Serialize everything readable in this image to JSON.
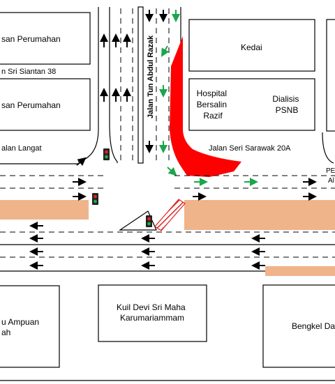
{
  "buildings": {
    "taman_perumahan_top": "san Perumahan",
    "taman_perumahan_mid": "san Perumahan",
    "kedai": "Kedai",
    "hospital": [
      "Hospital",
      "Bersalin",
      "Razif"
    ],
    "dialisis": [
      "Dialisis",
      "PSNB"
    ],
    "kuil": [
      "Kuil  Devi  Sri Maha",
      "Karumariammam"
    ],
    "surau": [
      "u Ampuan",
      "ah"
    ],
    "bengkel": "Bengkel Da"
  },
  "roads": {
    "siantan": "n Sri Siantan 38",
    "langat": "alan Langat",
    "tun_abdul_razak": "Jalan Tun Abdul Razak",
    "seri_sarawak": "Jalan Seri Sarawak 20A",
    "edge_label_1": "PE",
    "edge_label_2": "Al"
  },
  "colors": {
    "red_zone": "#ff0000",
    "median": "#f0b48a",
    "green_arrow": "#1aa64a",
    "traffic_light_body": "#222222",
    "traffic_light_red": "#e02020",
    "traffic_light_green": "#22aa44"
  },
  "icons": [
    "traffic-light-icon",
    "black-arrow-icon",
    "green-arrow-icon"
  ]
}
